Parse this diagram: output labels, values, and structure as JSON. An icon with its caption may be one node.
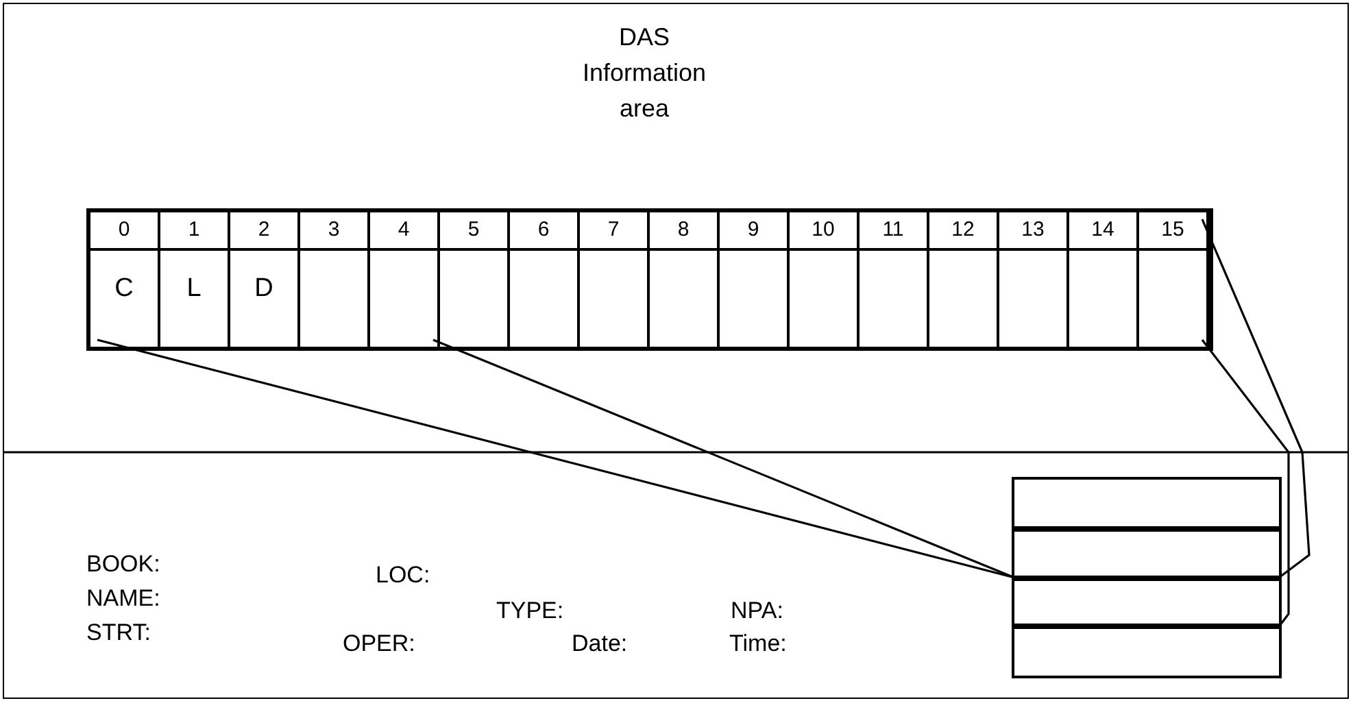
{
  "diagram": {
    "title": "DAS Information area",
    "nodes": [
      {
        "text": [],
        "shape": "bar"
      },
      {
        "text": [
          "0",
          "C"
        ],
        "in": 0
      },
      {
        "text": [
          "1",
          "L"
        ],
        "in": 0
      },
      {
        "text": [
          "2",
          "D"
        ],
        "in": 0
      },
      {
        "text": [
          "3"
        ],
        "in": 0
      },
      {
        "text": [
          "4"
        ],
        "in": 0
      },
      {
        "text": [
          "5"
        ],
        "in": 0
      },
      {
        "text": [
          "6"
        ],
        "in": 0
      },
      {
        "text": [
          "7"
        ],
        "in": 0
      },
      {
        "text": [
          "8"
        ],
        "in": 0
      },
      {
        "text": [
          "9"
        ],
        "in": 0
      },
      {
        "text": [
          "10"
        ],
        "in": 0
      },
      {
        "text": [
          "11"
        ],
        "in": 0
      },
      {
        "text": [
          "12"
        ],
        "in": 0
      },
      {
        "text": [
          "13"
        ],
        "in": 0
      },
      {
        "text": [
          "14"
        ],
        "in": 0
      },
      {
        "text": [
          "15"
        ],
        "in": 0
      },
      {
        "text": [],
        "shape": "box"
      },
      {
        "text": [],
        "shape": "box",
        "in": 17
      },
      {
        "text": [],
        "shape": "box",
        "in": 17
      },
      {
        "text": [],
        "shape": "box",
        "in": 17
      },
      {
        "text": [],
        "shape": "box",
        "in": 17
      }
    ],
    "edges": [
      {
        "from": 1,
        "to": 20,
        "arrow": "none"
      },
      {
        "from": 5,
        "to": 20,
        "arrow": "none"
      },
      {
        "from": 16,
        "to": 20,
        "arrow": "none"
      },
      {
        "from": 16,
        "to": 20,
        "arrow": "none"
      }
    ],
    "labels": [
      "BOOK:",
      "LOC:",
      "NAME:",
      "TYPE:",
      "NPA:",
      "STRT:",
      "OPER:",
      "Date:",
      "Time:"
    ]
  }
}
